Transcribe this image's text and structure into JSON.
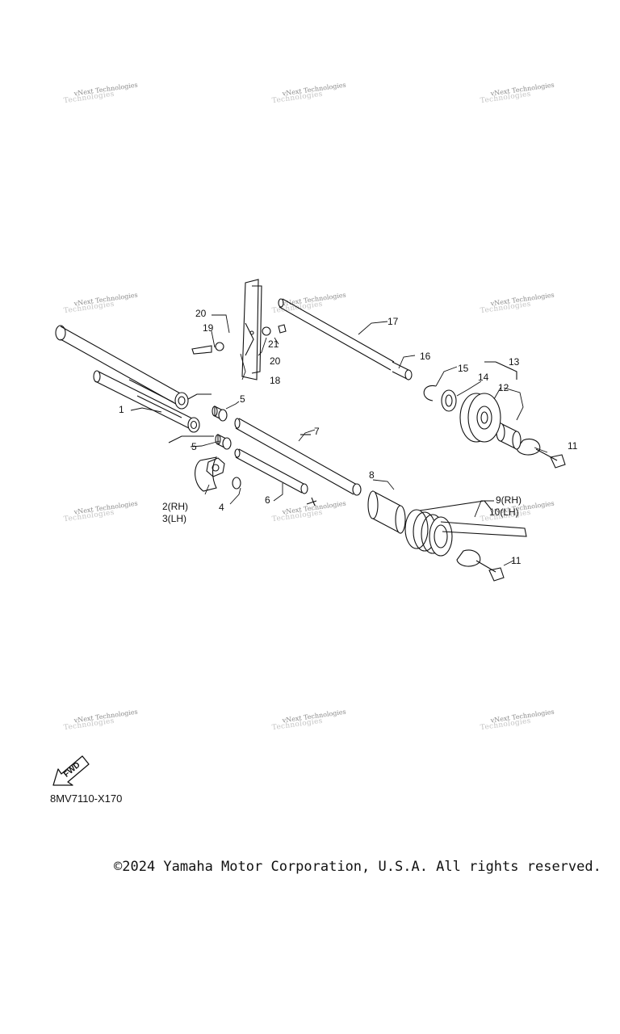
{
  "watermark": {
    "line1": "vNext Technologies",
    "line2": "Technologies"
  },
  "callouts": {
    "c1": "1",
    "c2": "2(RH)",
    "c3": "3(LH)",
    "c4": "4",
    "c5a": "5",
    "c5b": "5",
    "c6": "6",
    "c7": "7",
    "c8": "8",
    "c9": "9(RH)",
    "c10": "10(LH)",
    "c11a": "11",
    "c11b": "11",
    "c12": "12",
    "c13": "13",
    "c14": "14",
    "c15": "15",
    "c16": "16",
    "c17": "17",
    "c18": "18",
    "c19": "19",
    "c20a": "20",
    "c20b": "20",
    "c21": "21"
  },
  "fwd_label": "FWD",
  "diagram_code": "8MV7110-X170",
  "copyright": "©2024 Yamaha Motor Corporation, U.S.A. All rights reserved."
}
